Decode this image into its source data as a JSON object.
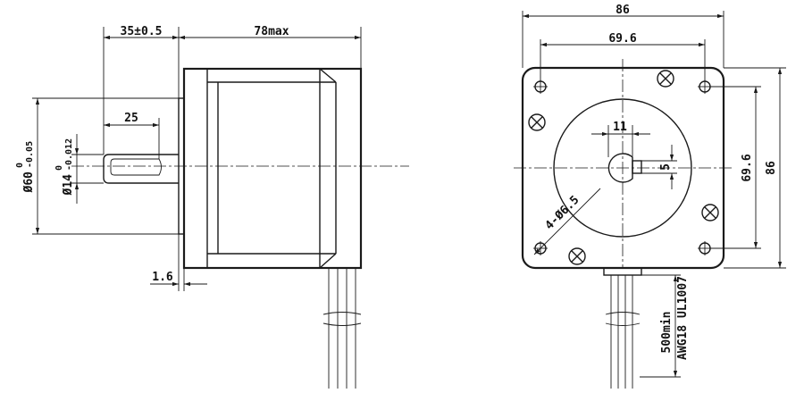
{
  "side_view": {
    "shaft_protrusion": "35±0.5",
    "body_length": "78max",
    "flat_length": "25",
    "flange_thickness": "1.6",
    "pilot_diameter": "Ø60",
    "pilot_tol_upper": "0",
    "pilot_tol_lower": "-0.05",
    "shaft_diameter": "Ø14",
    "shaft_tol_upper": "0",
    "shaft_tol_lower": "-0.012"
  },
  "front_view": {
    "width_overall": "86",
    "hole_spacing_h": "69.6",
    "height_overall": "86",
    "hole_spacing_v": "69.6",
    "flat_width": "11",
    "flat_depth": "5",
    "mount_holes": "4-Ø6.5",
    "lead_length": "500min",
    "wire_spec": "AWG18 UL1007"
  },
  "colors": {
    "ink": "#1a1a1a",
    "background": "#ffffff"
  }
}
